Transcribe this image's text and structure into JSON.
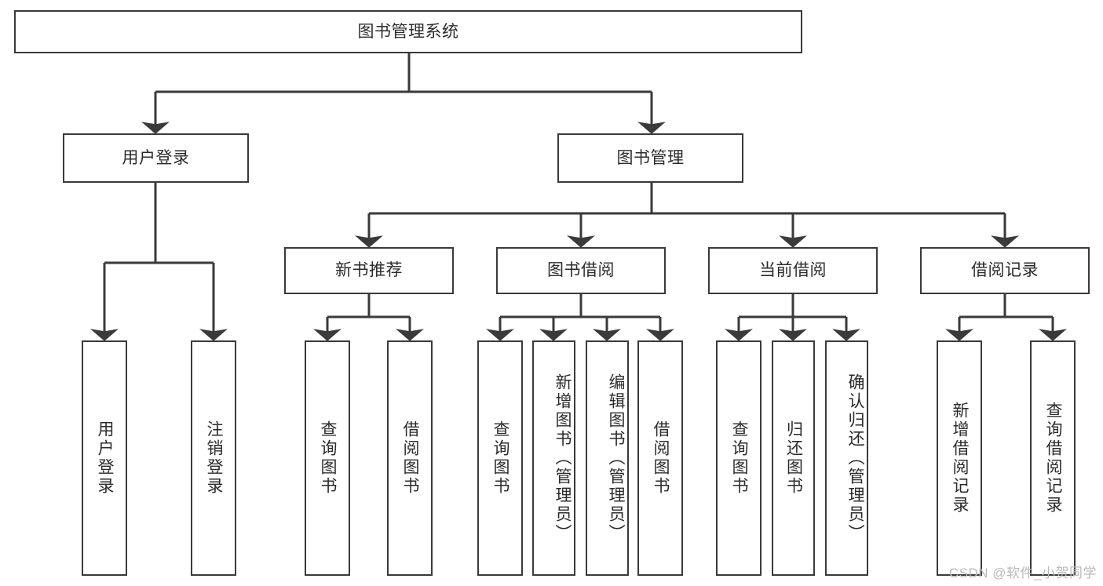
{
  "diagram": {
    "title": "图书管理系统",
    "type": "tree",
    "stroke_color": "#3a3a3a",
    "text_color": "#2b2b2b",
    "background_color": "#ffffff",
    "watermark": "CSDN @软件_小贺同学",
    "watermark_color": "#b9b9b9"
  },
  "nodes": {
    "root": {
      "label": "图书管理系统"
    },
    "level2": [
      {
        "id": "user-login",
        "label": "用户登录"
      },
      {
        "id": "book-manage",
        "label": "图书管理"
      }
    ],
    "level3": [
      {
        "id": "new-book-recommend",
        "label": "新书推荐"
      },
      {
        "id": "book-borrow",
        "label": "图书借阅"
      },
      {
        "id": "current-borrow",
        "label": "当前借阅"
      },
      {
        "id": "borrow-record",
        "label": "借阅记录"
      }
    ],
    "leaves": [
      {
        "id": "leaf-user-login",
        "label": "用户登录",
        "group": "user-login"
      },
      {
        "id": "leaf-logout-login",
        "label": "注销登录",
        "group": "user-login"
      },
      {
        "id": "leaf-query-book-1",
        "label": "查询图书",
        "group": "new-book-recommend"
      },
      {
        "id": "leaf-borrow-book-1",
        "label": "借阅图书",
        "group": "new-book-recommend"
      },
      {
        "id": "leaf-query-book-2",
        "label": "查询图书",
        "group": "book-borrow"
      },
      {
        "id": "leaf-add-book",
        "label": "新增图书（管理员）",
        "group": "book-borrow"
      },
      {
        "id": "leaf-edit-book",
        "label": "编辑图书（管理员）",
        "group": "book-borrow"
      },
      {
        "id": "leaf-borrow-book-2",
        "label": "借阅图书",
        "group": "book-borrow"
      },
      {
        "id": "leaf-query-book-3",
        "label": "查询图书",
        "group": "current-borrow"
      },
      {
        "id": "leaf-return-book",
        "label": "归还图书",
        "group": "current-borrow"
      },
      {
        "id": "leaf-confirm-return",
        "label": "确认归还（管理员）",
        "group": "current-borrow"
      },
      {
        "id": "leaf-add-record",
        "label": "新增借阅记录",
        "group": "borrow-record"
      },
      {
        "id": "leaf-query-record",
        "label": "查询借阅记录",
        "group": "borrow-record"
      }
    ]
  }
}
